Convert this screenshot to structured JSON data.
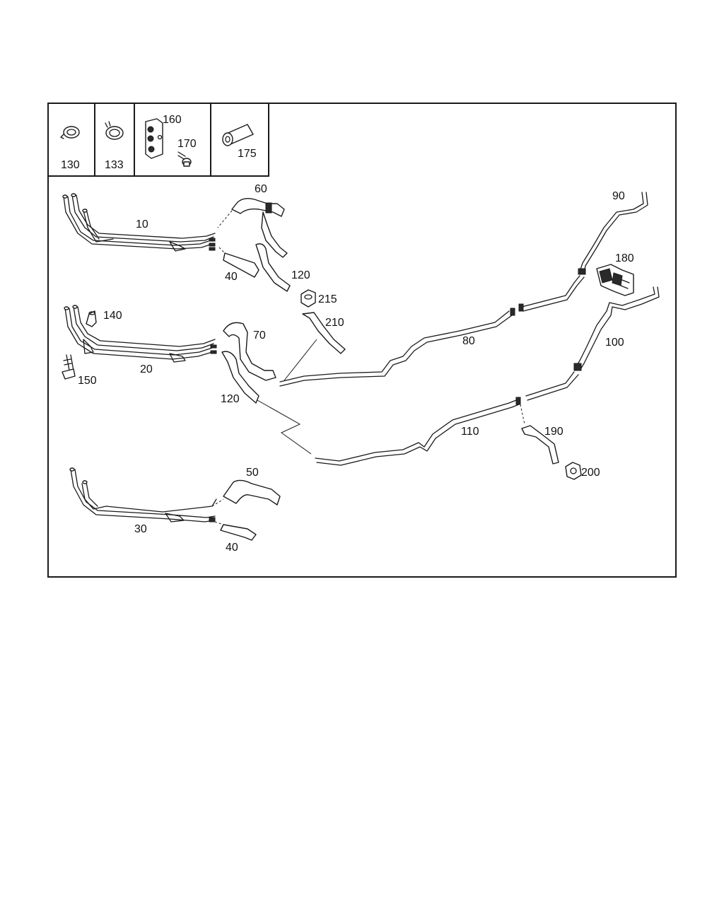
{
  "labels": {
    "p130": "130",
    "p133": "133",
    "p160": "160",
    "p170": "170",
    "p175": "175",
    "p10": "10",
    "p60": "60",
    "p40a": "40",
    "p120a": "120",
    "p90": "90",
    "p180": "180",
    "p215": "215",
    "p140": "140",
    "p210": "210",
    "p70": "70",
    "p80": "80",
    "p100": "100",
    "p150": "150",
    "p20": "20",
    "p120b": "120",
    "p110": "110",
    "p190": "190",
    "p200": "200",
    "p50": "50",
    "p30": "30",
    "p40b": "40"
  }
}
